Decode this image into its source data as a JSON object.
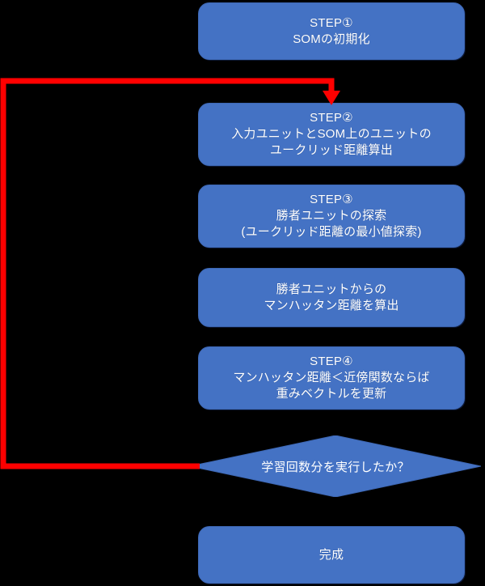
{
  "diagram": {
    "title": "SOM learning flowchart",
    "colors": {
      "background": "#000000",
      "node_fill": "#4472C4",
      "node_text": "#FFFFFF",
      "loop_arrow": "#FF0000"
    },
    "nodes": [
      {
        "id": "step1",
        "shape": "rounded-rectangle",
        "text": "STEP①\nSOMの初期化"
      },
      {
        "id": "step2",
        "shape": "rounded-rectangle",
        "text": "STEP②\n入力ユニットとSOM上のユニットの\nユークリッド距離算出"
      },
      {
        "id": "step3",
        "shape": "rounded-rectangle",
        "text": "STEP③\n勝者ユニットの探索\n(ユークリッド距離の最小値探索)"
      },
      {
        "id": "manhattan",
        "shape": "rounded-rectangle",
        "text": "勝者ユニットからの\nマンハッタン距離を算出"
      },
      {
        "id": "step4",
        "shape": "rounded-rectangle",
        "text": "STEP④\nマンハッタン距離＜近傍関数ならば\n重みベクトルを更新"
      },
      {
        "id": "decision",
        "shape": "diamond",
        "text": "学習回数分を実行したか？"
      },
      {
        "id": "done",
        "shape": "rounded-rectangle",
        "text": "完成"
      }
    ],
    "edges": [
      {
        "id": "loop-back",
        "from": "decision",
        "to": "step2",
        "style": "red-feedback-loop",
        "color": "#FF0000"
      }
    ]
  }
}
